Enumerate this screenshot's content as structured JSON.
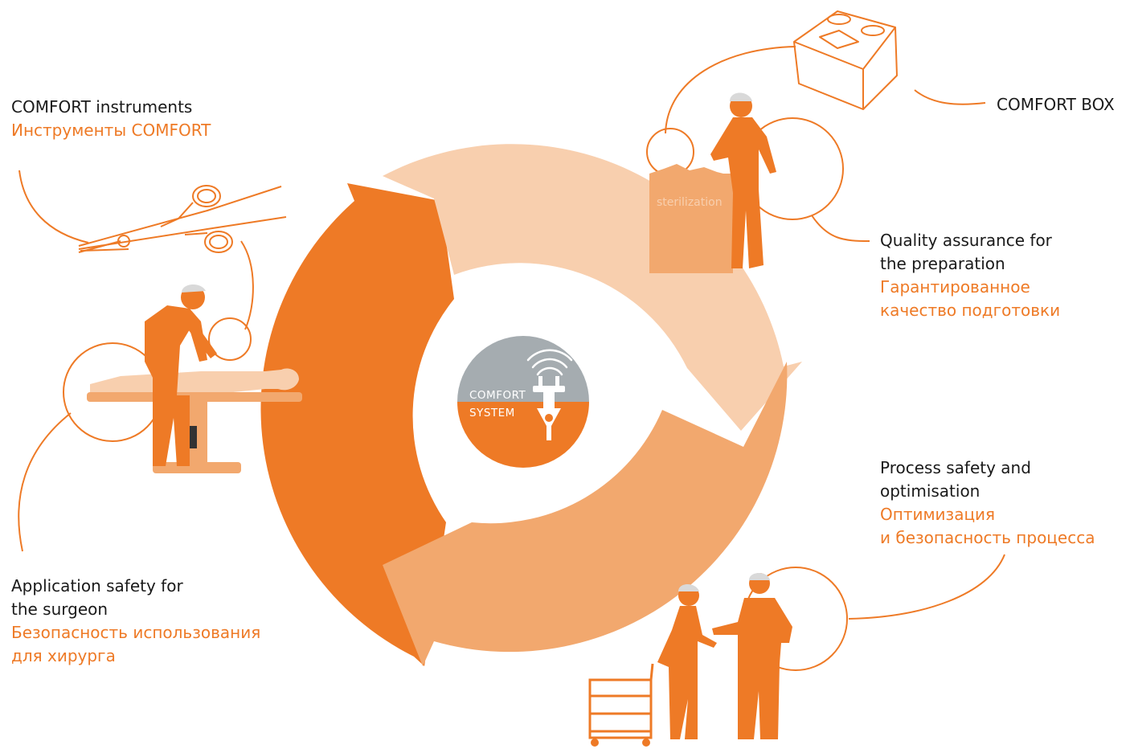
{
  "labels": {
    "instruments": {
      "en": "COMFORT instruments",
      "ru": "Инструменты COMFORT"
    },
    "box": {
      "en": "COMFORT BOX"
    },
    "quality": {
      "en1": "Quality assurance for",
      "en2": "the preparation",
      "ru1": "Гарантированное",
      "ru2": "качество подготовки"
    },
    "process": {
      "en1": "Process safety and",
      "en2": "optimisation",
      "ru1": "Оптимизация",
      "ru2": "и безопасность процесса"
    },
    "surgeon": {
      "en1": "Application safety for",
      "en2": "the surgeon",
      "ru1": "Безопасность использования",
      "ru2": "для хирурга"
    }
  },
  "center": {
    "line1": "COMFORT",
    "line2": "SYSTEM"
  },
  "sterilizer": {
    "label": "sterilization"
  },
  "colors": {
    "orange": "#ee7a26",
    "orange_mid": "#f2a86e",
    "orange_light": "#f8cfae",
    "grey": "#a5acb0",
    "text": "#1a1a1a"
  },
  "icons": [
    "surgical-clamp-icon",
    "comfort-box-icon",
    "nurse-sterilizer-icon",
    "staff-cart-icon",
    "surgeon-operating-table-icon",
    "plug-icon",
    "wireless-icon"
  ]
}
